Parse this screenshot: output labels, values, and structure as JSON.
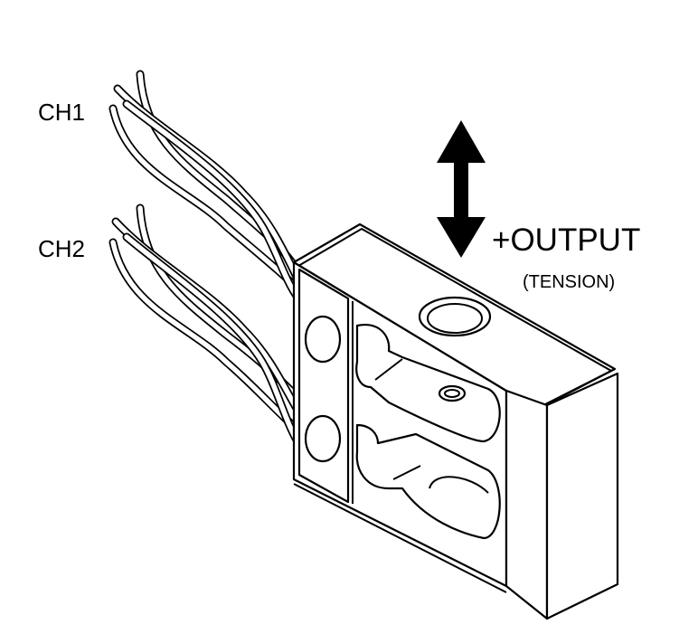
{
  "labels": {
    "ch1": "CH1",
    "ch2": "CH2",
    "output": "+OUTPUT",
    "mode": "(TENSION)"
  },
  "colors": {
    "line": "#000000",
    "background": "#ffffff"
  }
}
